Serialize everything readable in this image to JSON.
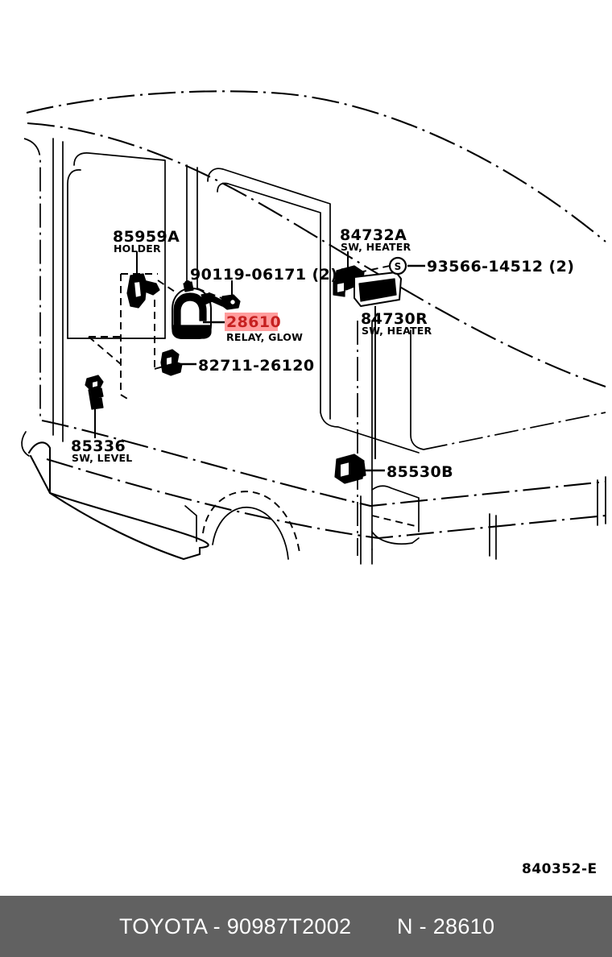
{
  "diagram": {
    "reference_code": "840352-E",
    "callouts": [
      {
        "id": "holder",
        "number": "85959A",
        "description": "HOLDER"
      },
      {
        "id": "bolt",
        "number": "90119-06171 (2)",
        "description": ""
      },
      {
        "id": "relay-glow",
        "number": "28610",
        "description": "RELAY, GLOW",
        "highlighted": true,
        "highlight_color": "#ff9d9d",
        "number_color": "#c62020"
      },
      {
        "id": "clamp",
        "number": "82711-26120",
        "description": ""
      },
      {
        "id": "sw-level",
        "number": "85336",
        "description": "SW, LEVEL"
      },
      {
        "id": "sw-heater-a",
        "number": "84732A",
        "description": "SW, HEATER"
      },
      {
        "id": "sw-heater-r",
        "number": "84730R",
        "description": "SW, HEATER"
      },
      {
        "id": "screw",
        "number": "93566-14512 (2)",
        "description": "",
        "marker": "S"
      },
      {
        "id": "connector",
        "number": "85530B",
        "description": ""
      }
    ]
  },
  "footer": {
    "brand_part": "TOYOTA - 90987T2002",
    "alt_part": "N - 28610",
    "background_color": "#616161",
    "text_color": "#ffffff"
  }
}
